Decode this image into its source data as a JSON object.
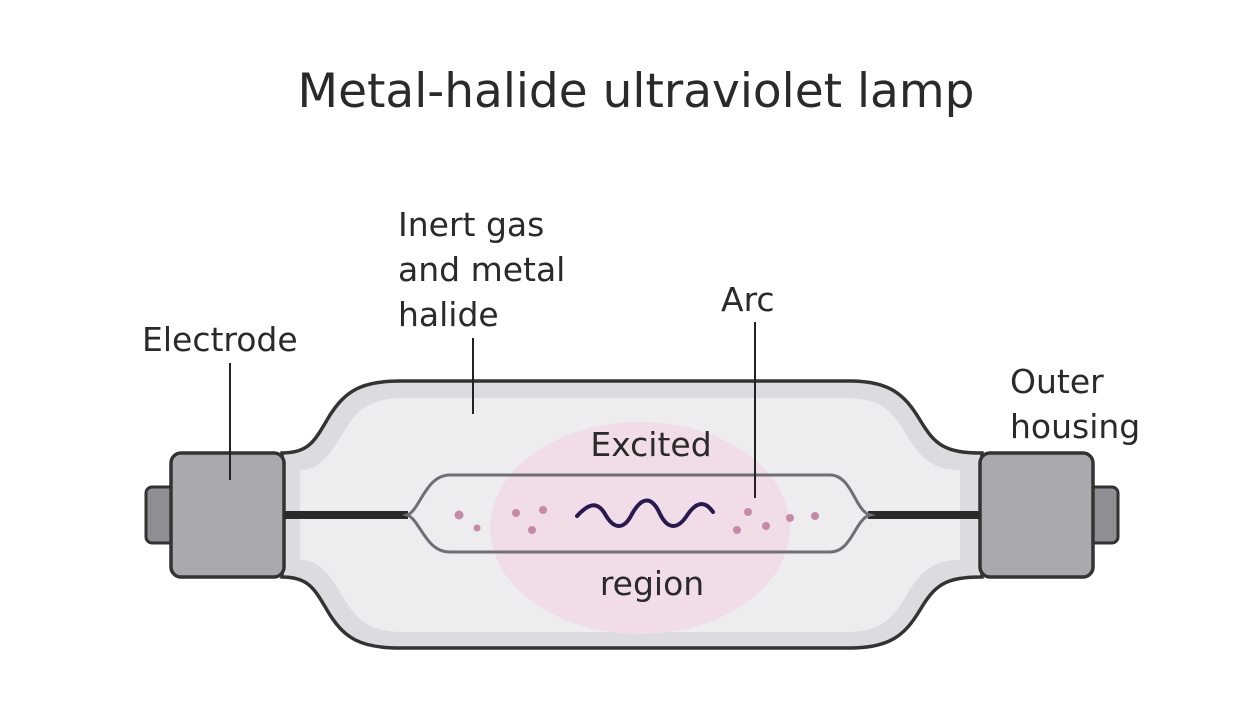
{
  "title": "Metal-halide ultraviolet lamp",
  "labels": {
    "inert_gas": [
      "Inert gas",
      "and metal",
      "halide"
    ],
    "electrode": "Electrode",
    "arc": "Arc",
    "outer_housing": [
      "Outer",
      "housing"
    ],
    "excited_region": [
      "Excited",
      "region"
    ]
  },
  "colors": {
    "outline": "#333333",
    "glass_outer": "#dcdce0",
    "glass_inner": "#ededf0",
    "end_cap": "#a9a9ae",
    "pin": "#8e8e93",
    "arc_tube": "#6e6e74",
    "excited_glow": "#f0dde8",
    "arc_wave": "#2a1850",
    "particles": "#c58aa8"
  }
}
